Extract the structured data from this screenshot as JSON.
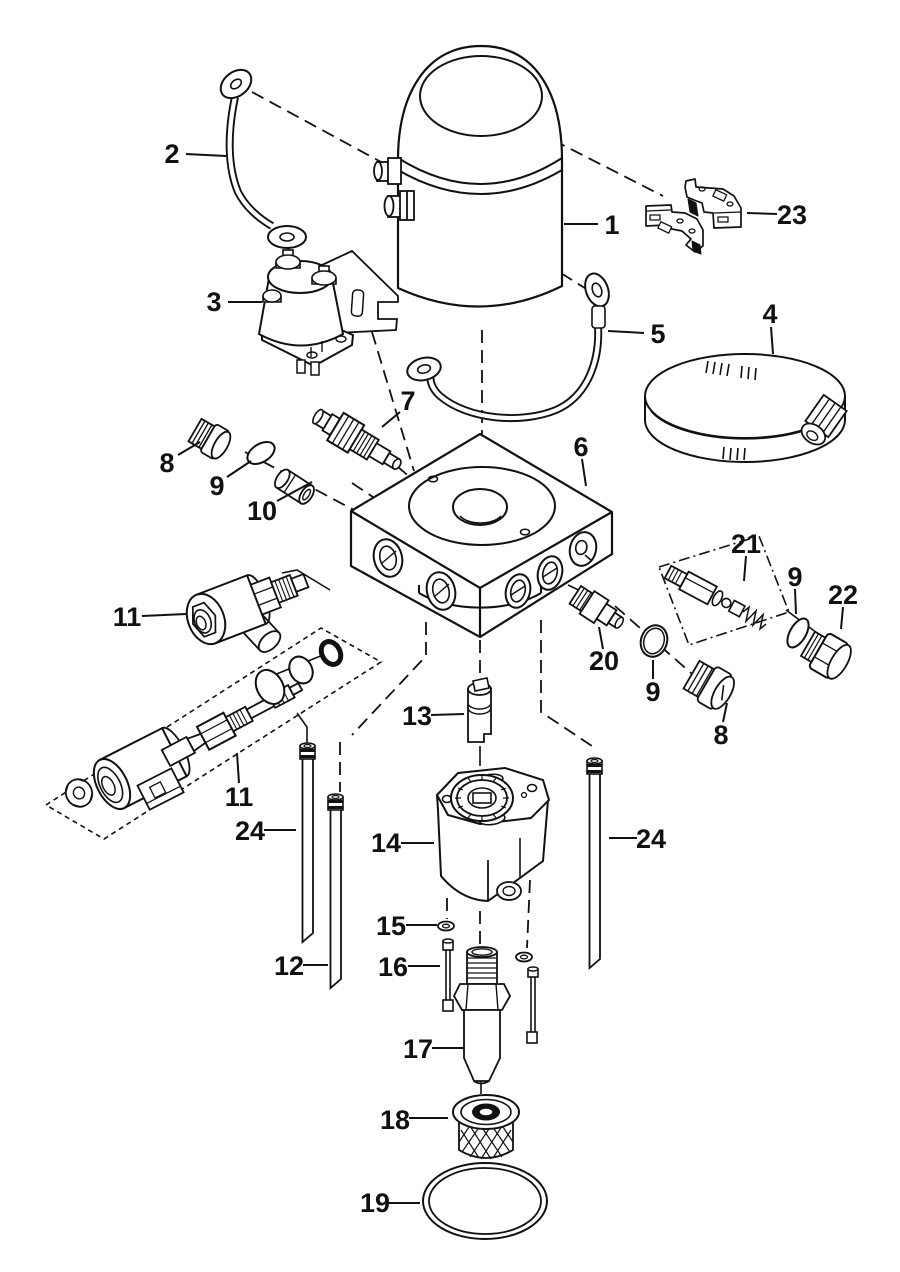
{
  "figure": {
    "type": "exploded-parts-diagram",
    "background": "#ffffff",
    "ink": "#111111",
    "callouts": [
      {
        "label": "2"
      },
      {
        "label": "1"
      },
      {
        "label": "23"
      },
      {
        "label": "3"
      },
      {
        "label": "5"
      },
      {
        "label": "4"
      },
      {
        "label": "8"
      },
      {
        "label": "9"
      },
      {
        "label": "7"
      },
      {
        "label": "10"
      },
      {
        "label": "6"
      },
      {
        "label": "11"
      },
      {
        "label": "20"
      },
      {
        "label": "21"
      },
      {
        "label": "9"
      },
      {
        "label": "22"
      },
      {
        "label": "9"
      },
      {
        "label": "8"
      },
      {
        "label": "13"
      },
      {
        "label": "11"
      },
      {
        "label": "24"
      },
      {
        "label": "24"
      },
      {
        "label": "14"
      },
      {
        "label": "12"
      },
      {
        "label": "15"
      },
      {
        "label": "16"
      },
      {
        "label": "17"
      },
      {
        "label": "18"
      },
      {
        "label": "19"
      }
    ]
  }
}
